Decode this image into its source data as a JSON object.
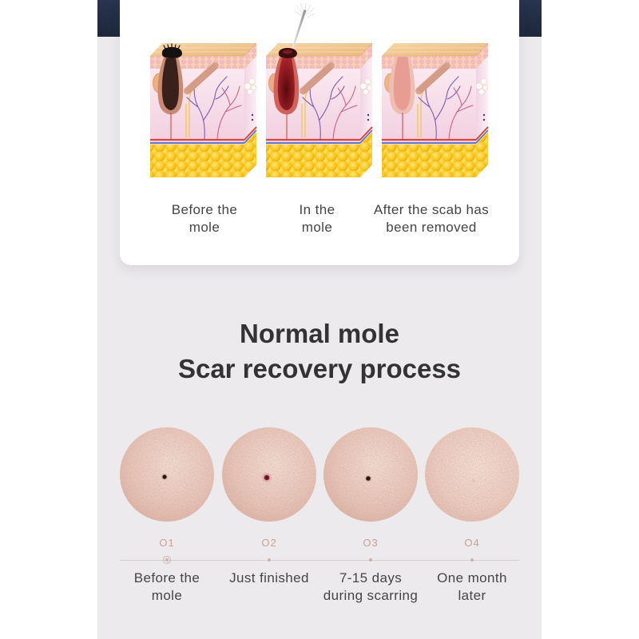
{
  "card": {
    "stages": [
      {
        "label_lines": [
          "Before the",
          "mole"
        ]
      },
      {
        "label_lines": [
          "In the",
          "mole"
        ]
      },
      {
        "label_lines": [
          "After the scab has",
          "been removed"
        ]
      }
    ]
  },
  "title": {
    "line1": "Normal mole",
    "line2": "Scar recovery process"
  },
  "timeline": {
    "active_step": 1,
    "steps": [
      {
        "number": "O1",
        "label_lines": [
          "Before the",
          "mole"
        ]
      },
      {
        "number": "O2",
        "label_lines": [
          "Just finished"
        ]
      },
      {
        "number": "O3",
        "label_lines": [
          "7-15 days",
          "during scarring"
        ]
      },
      {
        "number": "O4",
        "label_lines": [
          "One month",
          "later"
        ]
      }
    ]
  },
  "colors": {
    "panel": "#eceaed",
    "card": "#ffffff",
    "dark_strip": "#1d283a",
    "title": "#333333",
    "label": "#454545",
    "step_number": "#c8a293",
    "timeline_line": "#d5cecd",
    "timeline_dot": "#c9b3ab"
  }
}
